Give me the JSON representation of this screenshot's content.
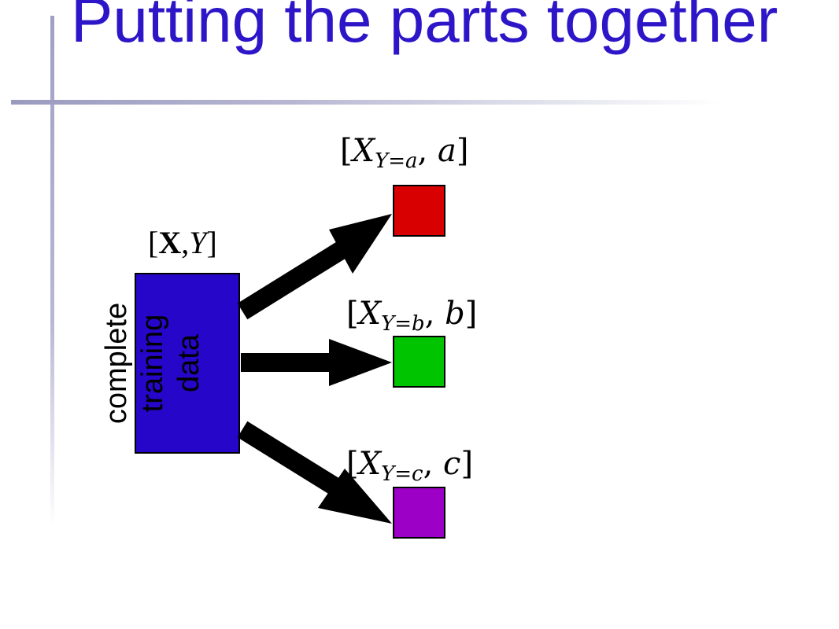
{
  "slide": {
    "title": "Putting the parts together",
    "source_label_lines": "complete\ntraining\ndata",
    "source_math": {
      "open": "[",
      "bold": "X",
      "sep": ",",
      "italic": "Y",
      "close": "]"
    },
    "outputs": [
      {
        "open": "[",
        "var": "X",
        "sub": "Y=a",
        "sep": ", ",
        "val": "a",
        "close": "]",
        "color": "#d80000"
      },
      {
        "open": "[",
        "var": "X",
        "sub": "Y=b",
        "sep": ", ",
        "val": "b",
        "close": "]",
        "color": "#00c400"
      },
      {
        "open": "[",
        "var": "X",
        "sub": "Y=c",
        "sep": ", ",
        "val": "c",
        "close": "]",
        "color": "#9c00c6"
      }
    ],
    "colors": {
      "title": "#2d15c8",
      "source_box": "#2606c8",
      "arrows": "#000000"
    }
  }
}
